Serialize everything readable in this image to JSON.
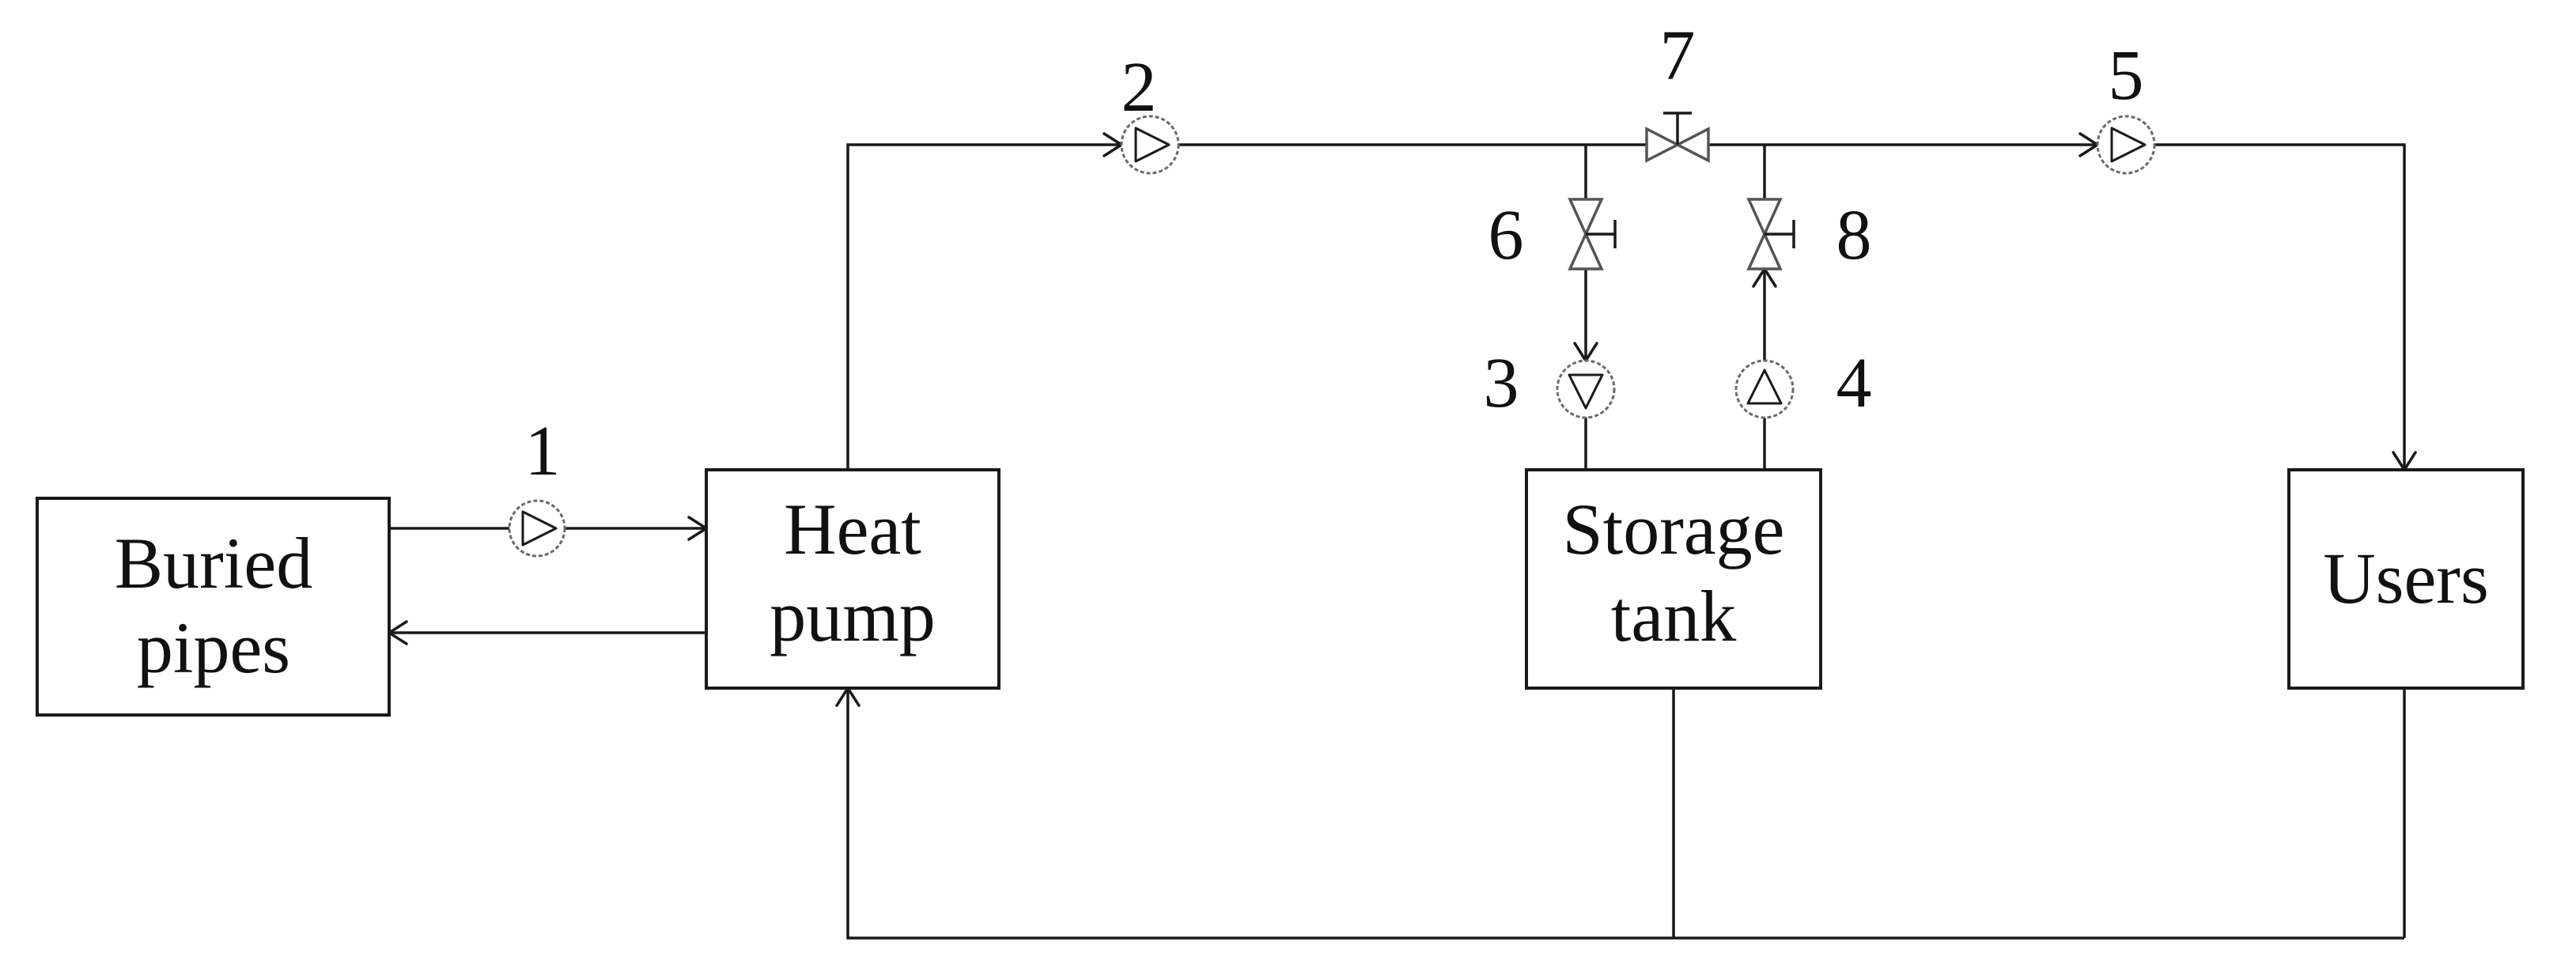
{
  "components": {
    "buried_pipes": {
      "line1": "Buried",
      "line2": "pipes"
    },
    "heat_pump": {
      "line1": "Heat",
      "line2": "pump"
    },
    "storage_tank": {
      "line1": "Storage",
      "line2": "tank"
    },
    "users": {
      "line1": "Users"
    }
  },
  "pumps": {
    "p1": "1",
    "p2": "2",
    "p3": "3",
    "p4": "4",
    "p5": "5"
  },
  "valves": {
    "v6": "6",
    "v7": "7",
    "v8": "8"
  }
}
